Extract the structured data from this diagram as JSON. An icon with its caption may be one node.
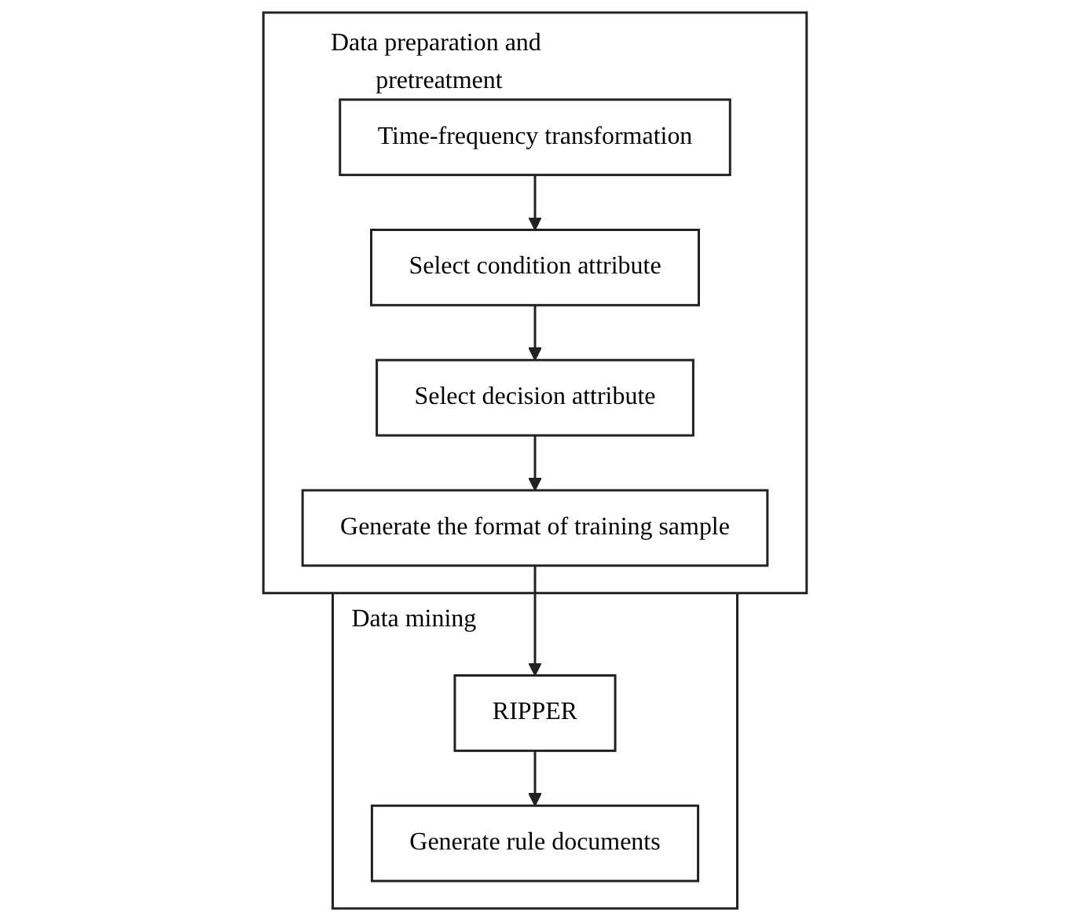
{
  "diagram": {
    "nodes": [
      {
        "text": [
          "Data preparation and pretreatment"
        ]
      },
      {
        "text": [
          "Time-frequency transformation"
        ],
        "in": 0
      },
      {
        "text": [
          "Select condition attribute"
        ],
        "in": 0
      },
      {
        "text": [
          "Select decision attribute"
        ],
        "in": 0
      },
      {
        "text": [
          "Generate the format of training sample"
        ],
        "in": 0
      },
      {
        "text": [
          "Data mining"
        ]
      },
      {
        "text": [
          "RIPPER"
        ],
        "in": 5
      },
      {
        "text": [
          "Generate rule documents"
        ],
        "in": 5
      }
    ],
    "edges": [
      {
        "from": 1,
        "to": 2,
        "arrow": "to"
      },
      {
        "from": 2,
        "to": 3,
        "arrow": "to"
      },
      {
        "from": 3,
        "to": 4,
        "arrow": "to"
      },
      {
        "from": 4,
        "to": 6,
        "arrow": "to"
      },
      {
        "from": 6,
        "to": 7,
        "arrow": "to"
      }
    ]
  }
}
